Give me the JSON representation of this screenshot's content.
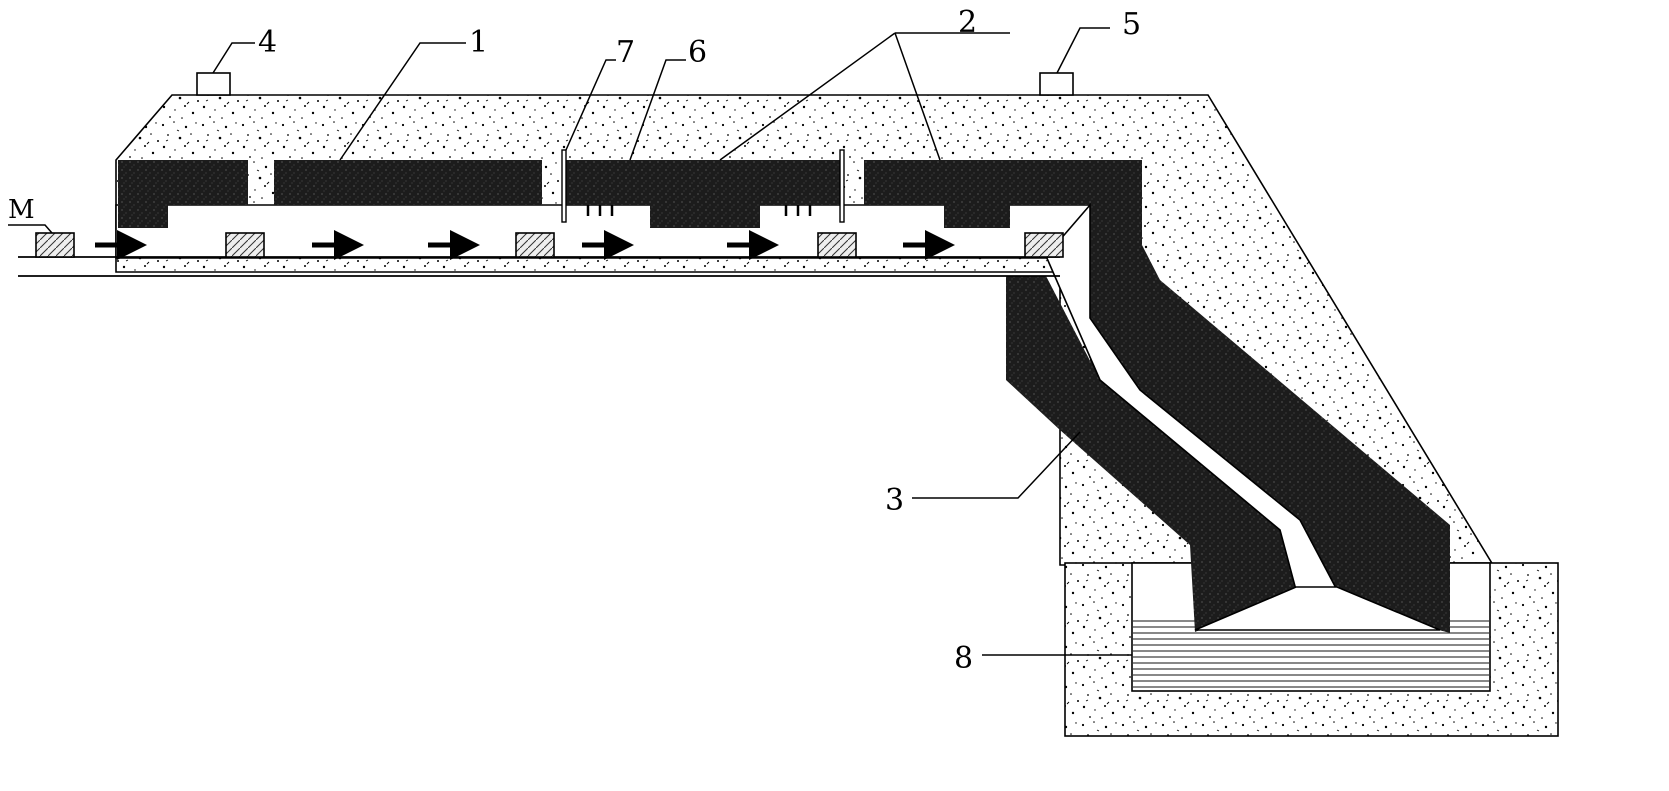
{
  "labels": {
    "m": "M",
    "l1": "1",
    "l2": "2",
    "l3": "3",
    "l4": "4",
    "l5": "5",
    "l6": "6",
    "l7": "7",
    "l8": "8"
  },
  "colors": {
    "insulation_fill": "#ffffff",
    "insulation_speckle": "#000000",
    "heater_dark": "#1c1c1c",
    "liquid_lines": "#555555",
    "outline": "#000000"
  }
}
